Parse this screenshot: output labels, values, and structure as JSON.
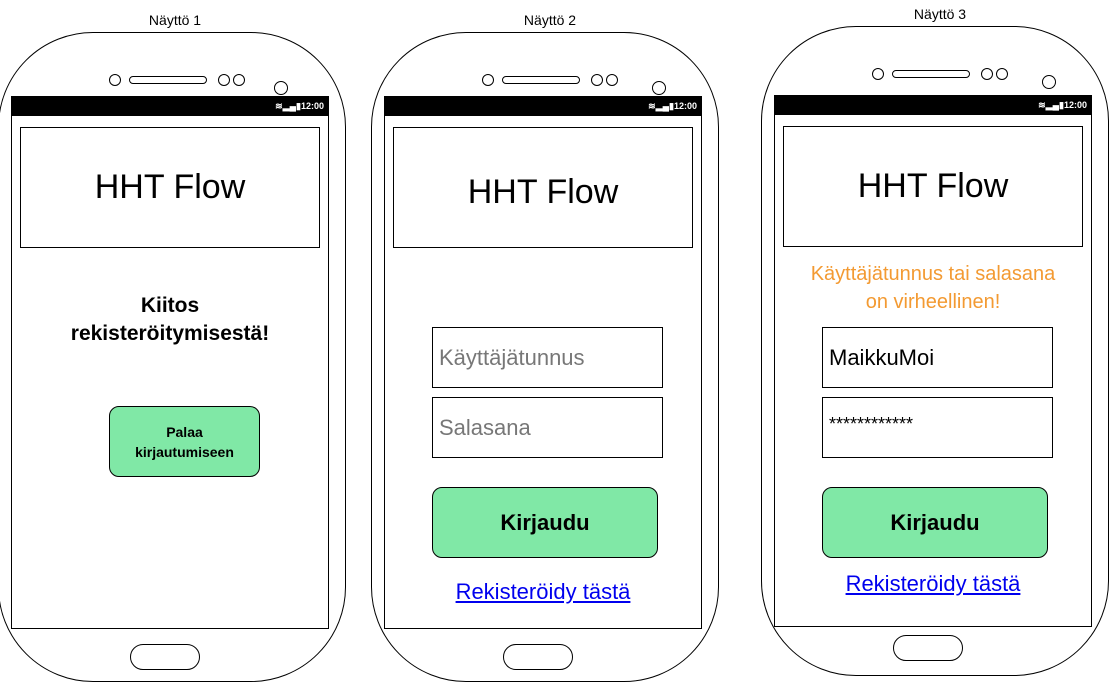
{
  "colors": {
    "button_fill": "#80e8a6",
    "link": "#0000ee",
    "error_text": "#f39a32",
    "status_bar": "#000000"
  },
  "status_bar": {
    "icons": [
      "wifi-icon",
      "signal-icon",
      "battery-icon"
    ],
    "time": "12:00"
  },
  "screens": [
    {
      "caption": "Näyttö 1",
      "app_title": "HHT Flow",
      "message_line1": "Kiitos",
      "message_line2": "rekisteröitymisestä!",
      "button_line1": "Palaa",
      "button_line2": "kirjautumiseen"
    },
    {
      "caption": "Näyttö 2",
      "app_title": "HHT Flow",
      "username_placeholder": "Käyttäjätunnus",
      "password_placeholder": "Salasana",
      "login_label": "Kirjaudu",
      "register_link": "Rekisteröidy tästä"
    },
    {
      "caption": "Näyttö 3",
      "app_title": "HHT Flow",
      "error_line1": "Käyttäjätunnus tai salasana",
      "error_line2": "on virheellinen!",
      "username_value": "MaikkuMoi",
      "password_value": "************",
      "login_label": "Kirjaudu",
      "register_link": "Rekisteröidy tästä"
    }
  ]
}
